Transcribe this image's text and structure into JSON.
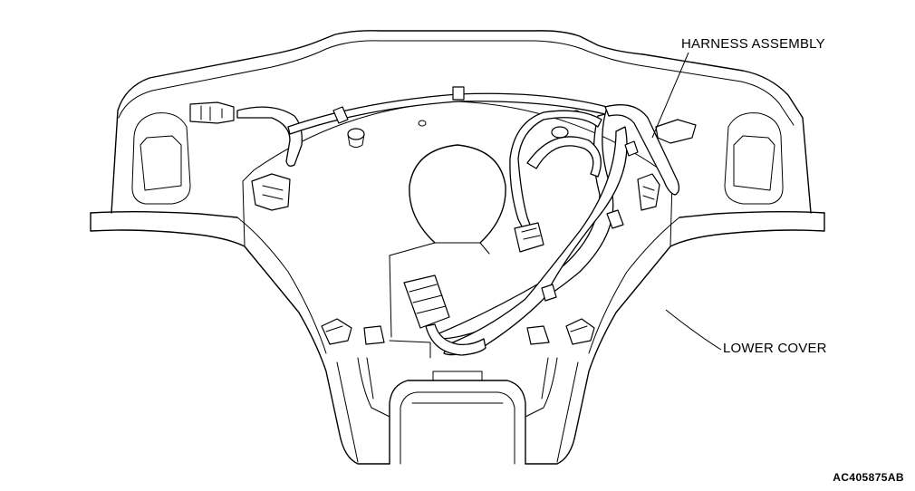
{
  "labels": {
    "harness_assembly": "HARNESS ASSEMBLY",
    "lower_cover": "LOWER COVER"
  },
  "figure_code": "AC405875AB"
}
